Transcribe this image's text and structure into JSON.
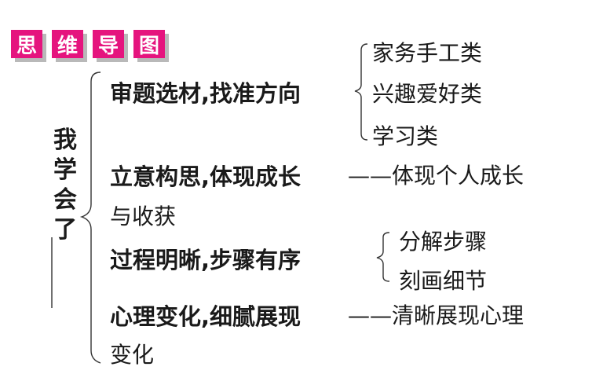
{
  "header": {
    "badges": [
      "思",
      "维",
      "导",
      "图"
    ],
    "color": "#e5147e"
  },
  "root": {
    "label": "我学会了"
  },
  "branches": [
    {
      "label": "审题选材,找准方向",
      "children": [
        "家务手工类",
        "兴趣爱好类",
        "学习类"
      ]
    },
    {
      "label": "立意构思,体现成长",
      "detail": "——体现个人成长",
      "detail_cont": "与收获"
    },
    {
      "label": "过程明晰,步骤有序",
      "children": [
        "分解步骤",
        "刻画细节"
      ]
    },
    {
      "label": "心理变化,细腻展现",
      "detail": "——清晰展现心理",
      "detail_cont": "变化"
    }
  ]
}
